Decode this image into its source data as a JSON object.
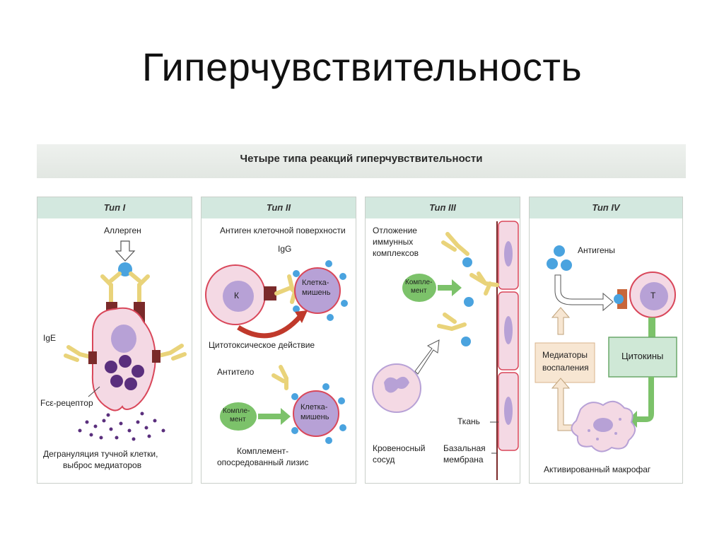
{
  "slide_title": "Гиперчувствительность",
  "figure_title": "Четыре типа реакций гиперчувствительности",
  "panels": {
    "type1": {
      "header": "Тип I",
      "allergen": "Аллерген",
      "ige": "IgE",
      "fc_receptor": "Fcε-рецептор",
      "caption_line1": "Дегрануляция тучной клетки,",
      "caption_line2": "выброс медиаторов"
    },
    "type2": {
      "header": "Тип II",
      "antigen_surface": "Антиген клеточной поверхности",
      "igg": "IgG",
      "k_cell": "К",
      "target_line1": "Клетка-",
      "target_line2": "мишень",
      "cytotoxic": "Цитотоксическое действие",
      "antibody": "Антитело",
      "complement_line1": "Компле-",
      "complement_line2": "мент",
      "target2_line1": "Клетка-",
      "target2_line2": "мишень",
      "lysis_line1": "Комплемент-",
      "lysis_line2": "опосредованный лизис"
    },
    "type3": {
      "header": "Тип III",
      "deposit_line1": "Отложение",
      "deposit_line2": "иммунных",
      "deposit_line3": "комплексов",
      "complement_line1": "Компле-",
      "complement_line2": "мент",
      "tissue": "Ткань",
      "vessel_line1": "Кровеносный",
      "vessel_line2": "сосуд",
      "membrane_line1": "Базальная",
      "membrane_line2": "мембрана"
    },
    "type4": {
      "header": "Тип IV",
      "antigens": "Антигены",
      "t_cell": "Т",
      "mediators_line1": "Медиаторы",
      "mediators_line2": "воспаления",
      "cytokines": "Цитокины",
      "macrophage": "Активированный макрофаг"
    }
  },
  "colors": {
    "header_band": "#d3e8df",
    "antigen_blue": "#4aa3df",
    "cell_membrane": "#d9475a",
    "cell_body": "#f4d9e4",
    "nucleus": "#b7a1d6",
    "granule": "#5a2f7d",
    "antibody": "#e9d37a",
    "receptor": "#7a2a2a",
    "complement": "#7cc26a",
    "arrow_green": "#7cc26a",
    "arrow_red": "#c0392b",
    "mediator_box": "#f7e6d2",
    "cytokine_box": "#cfe8d6"
  }
}
